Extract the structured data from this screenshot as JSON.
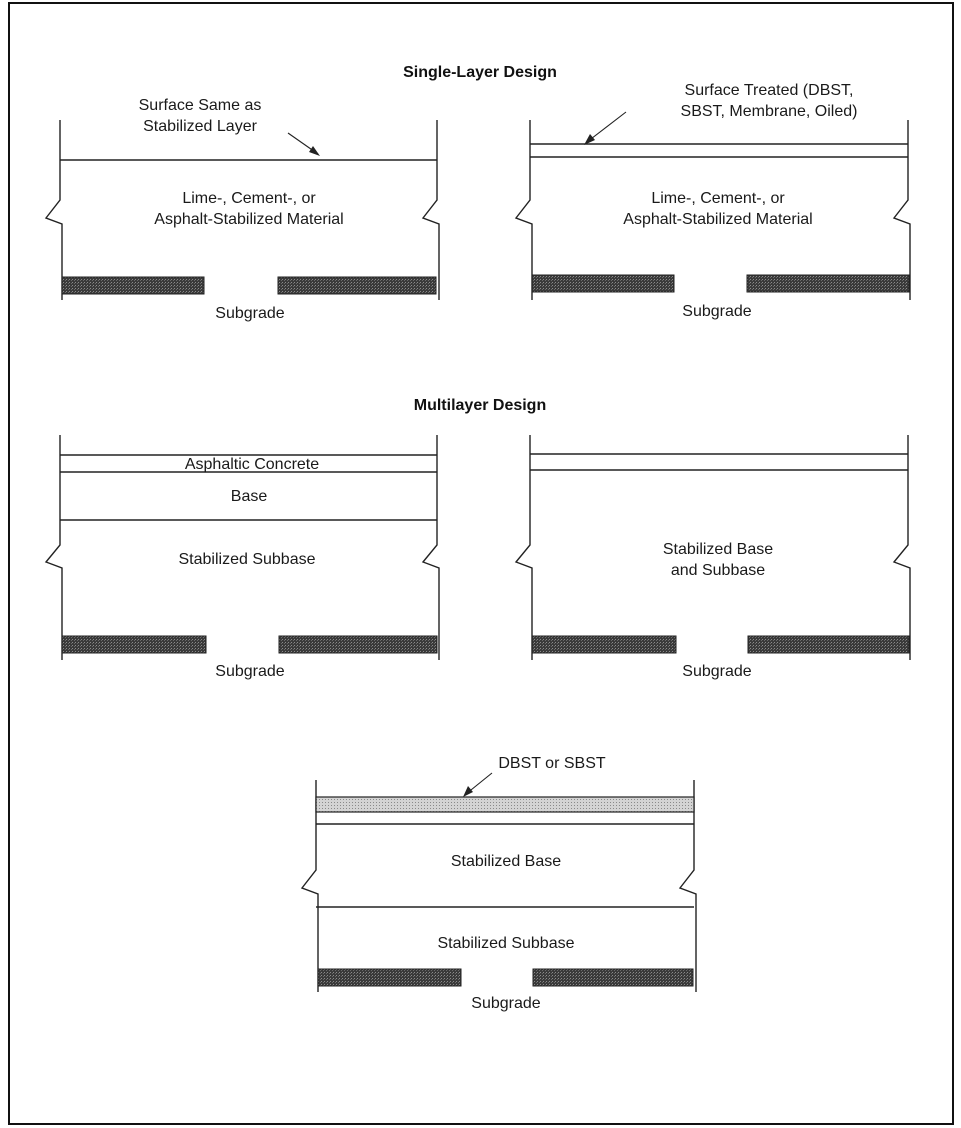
{
  "headings": {
    "single": "Single-Layer Design",
    "multi": "Multilayer Design"
  },
  "panels": {
    "p1": {
      "callout_line1": "Surface Same as",
      "callout_line2": "Stabilized Layer",
      "layer_line1": "Lime-, Cement-, or",
      "layer_line2": "Asphalt-Stabilized Material",
      "subgrade": "Subgrade"
    },
    "p2": {
      "callout_line1": "Surface Treated (DBST,",
      "callout_line2": "SBST, Membrane, Oiled)",
      "layer_line1": "Lime-, Cement-, or",
      "layer_line2": "Asphalt-Stabilized Material",
      "subgrade": "Subgrade"
    },
    "p3": {
      "surface": "Asphaltic Concrete",
      "base": "Base",
      "subbase": "Stabilized Subbase",
      "subgrade": "Subgrade"
    },
    "p4": {
      "layer_line1": "Stabilized Base",
      "layer_line2": "and Subbase",
      "subgrade": "Subgrade"
    },
    "p5": {
      "callout": "DBST or SBST",
      "base": "Stabilized Base",
      "subbase": "Stabilized Subbase",
      "subgrade": "Subgrade"
    }
  },
  "colors": {
    "ink": "#222222",
    "subgrade_fill": "#4a4a4a",
    "surface_treatment_fill": "#c9c9c9"
  }
}
